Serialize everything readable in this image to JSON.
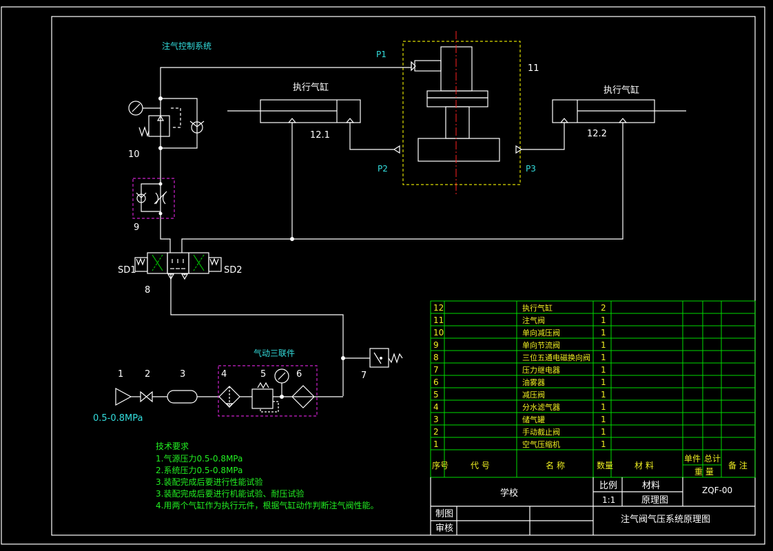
{
  "labels": {
    "system_title": "注气控制系统",
    "p1": "P1",
    "p2": "P2",
    "p3": "P3",
    "n11": "11",
    "cyl_left": "执行气缸",
    "cyl_right": "执行气缸",
    "n12_1": "12.1",
    "n12_2": "12.2",
    "n10": "10",
    "n9": "9",
    "n8": "8",
    "sd1": "SD1",
    "sd2": "SD2",
    "frl_title": "气动三联件",
    "n1": "1",
    "n2": "2",
    "n3": "3",
    "n4": "4",
    "n5": "5",
    "n6": "6",
    "n7": "7",
    "pressure": "0.5-0.8MPa"
  },
  "tech": {
    "title": "技术要求",
    "lines": [
      "1.气源压力0.5-0.8MPa",
      "2.系统压力0.5-0.8MPa",
      "3.装配完成后要进行性能试验",
      "3.装配完成后要进行机能试验、耐压试验",
      "4.用两个气缸作为执行元件，根据气缸动作判断注气阀性能。"
    ]
  },
  "bom": {
    "rows": [
      {
        "no": "12",
        "name": "执行气缸",
        "qty": "2"
      },
      {
        "no": "11",
        "name": "注气阀",
        "qty": "1"
      },
      {
        "no": "10",
        "name": "单向减压阀",
        "qty": "1"
      },
      {
        "no": "9",
        "name": "单向节流阀",
        "qty": "1"
      },
      {
        "no": "8",
        "name": "三位五通电磁换向阀",
        "qty": "1"
      },
      {
        "no": "7",
        "name": "压力继电器",
        "qty": "1"
      },
      {
        "no": "6",
        "name": "油雾器",
        "qty": "1"
      },
      {
        "no": "5",
        "name": "减压阀",
        "qty": "1"
      },
      {
        "no": "4",
        "name": "分水滤气器",
        "qty": "1"
      },
      {
        "no": "3",
        "name": "储气罐",
        "qty": "1"
      },
      {
        "no": "2",
        "name": "手动截止阀",
        "qty": "1"
      },
      {
        "no": "1",
        "name": "空气压缩机",
        "qty": "1"
      }
    ],
    "header": {
      "no": "序号",
      "code": "代 号",
      "name": "名 称",
      "qty": "数量",
      "material": "材 料",
      "unit": "单件",
      "total": "总计",
      "weight": "重 量",
      "remark": "备 注"
    }
  },
  "title_block": {
    "school": "学校",
    "scale_label": "比例",
    "scale": "1:1",
    "material_label": "材料",
    "drawing_type": "原理图",
    "code": "ZQF-00",
    "drawn_by": "制图",
    "checked_by": "审核",
    "drawing_title": "注气阀气压系统原理图"
  }
}
